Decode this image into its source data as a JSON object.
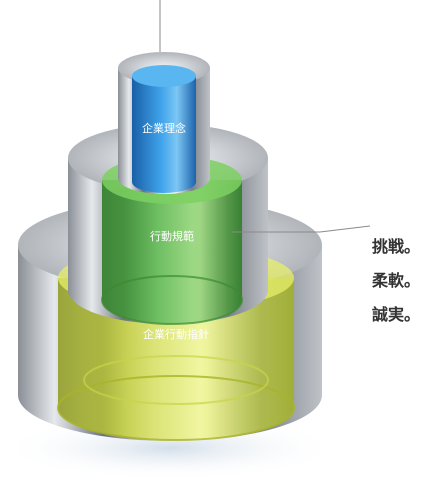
{
  "diagram": {
    "layers": [
      {
        "id": "top",
        "label": "企業理念",
        "color": "#3aa0e8"
      },
      {
        "id": "middle",
        "label": "行動規範",
        "color": "#4caf45"
      },
      {
        "id": "bottom",
        "label": "企業行動指針",
        "color": "#d6e23a"
      }
    ],
    "values": [
      "挑戦。",
      "柔軟。",
      "誠実。"
    ]
  }
}
